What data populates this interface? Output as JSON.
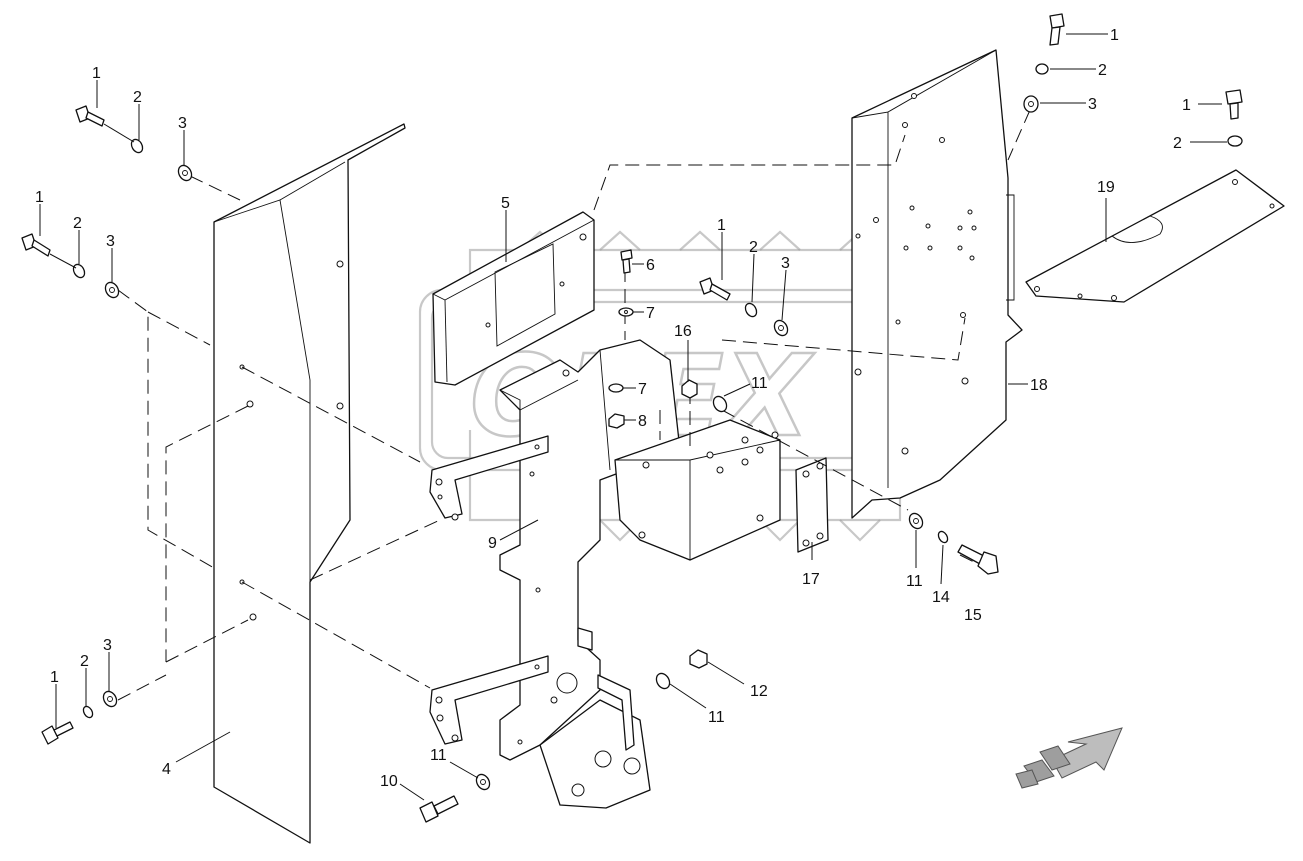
{
  "watermark": {
    "text": "OPEX"
  },
  "callouts": [
    {
      "id": "c1a",
      "label": "1",
      "part": "bolt"
    },
    {
      "id": "c2a",
      "label": "2",
      "part": "lock-washer"
    },
    {
      "id": "c3a",
      "label": "3",
      "part": "washer"
    },
    {
      "id": "c1b",
      "label": "1",
      "part": "bolt"
    },
    {
      "id": "c2b",
      "label": "2",
      "part": "lock-washer"
    },
    {
      "id": "c3b",
      "label": "3",
      "part": "washer"
    },
    {
      "id": "c1c",
      "label": "1",
      "part": "bolt"
    },
    {
      "id": "c2c",
      "label": "2",
      "part": "lock-washer"
    },
    {
      "id": "c3c",
      "label": "3",
      "part": "washer"
    },
    {
      "id": "c4",
      "label": "4",
      "part": "left-side-panel"
    },
    {
      "id": "c5",
      "label": "5",
      "part": "cover-plate"
    },
    {
      "id": "c6",
      "label": "6",
      "part": "screw"
    },
    {
      "id": "c7a",
      "label": "7",
      "part": "washer"
    },
    {
      "id": "c7b",
      "label": "7",
      "part": "washer"
    },
    {
      "id": "c8",
      "label": "8",
      "part": "nut"
    },
    {
      "id": "c1d",
      "label": "1",
      "part": "bolt"
    },
    {
      "id": "c2d",
      "label": "2",
      "part": "lock-washer"
    },
    {
      "id": "c3d",
      "label": "3",
      "part": "washer"
    },
    {
      "id": "c16",
      "label": "16",
      "part": "nut"
    },
    {
      "id": "c11a",
      "label": "11",
      "part": "washer"
    },
    {
      "id": "c9",
      "label": "9",
      "part": "main-bracket"
    },
    {
      "id": "c17",
      "label": "17",
      "part": "plate"
    },
    {
      "id": "c11b",
      "label": "11",
      "part": "washer"
    },
    {
      "id": "c14",
      "label": "14",
      "part": "lock-washer"
    },
    {
      "id": "c15",
      "label": "15",
      "part": "bolt"
    },
    {
      "id": "c18",
      "label": "18",
      "part": "right-side-panel"
    },
    {
      "id": "c1e",
      "label": "1",
      "part": "bolt"
    },
    {
      "id": "c2e",
      "label": "2",
      "part": "lock-washer"
    },
    {
      "id": "c3e",
      "label": "3",
      "part": "washer"
    },
    {
      "id": "c1f",
      "label": "1",
      "part": "bolt"
    },
    {
      "id": "c2f",
      "label": "2",
      "part": "lock-washer"
    },
    {
      "id": "c19",
      "label": "19",
      "part": "top-plate"
    },
    {
      "id": "c12",
      "label": "12",
      "part": "nut"
    },
    {
      "id": "c11c",
      "label": "11",
      "part": "washer"
    },
    {
      "id": "c11d",
      "label": "11",
      "part": "washer"
    },
    {
      "id": "c10",
      "label": "10",
      "part": "bolt"
    }
  ]
}
